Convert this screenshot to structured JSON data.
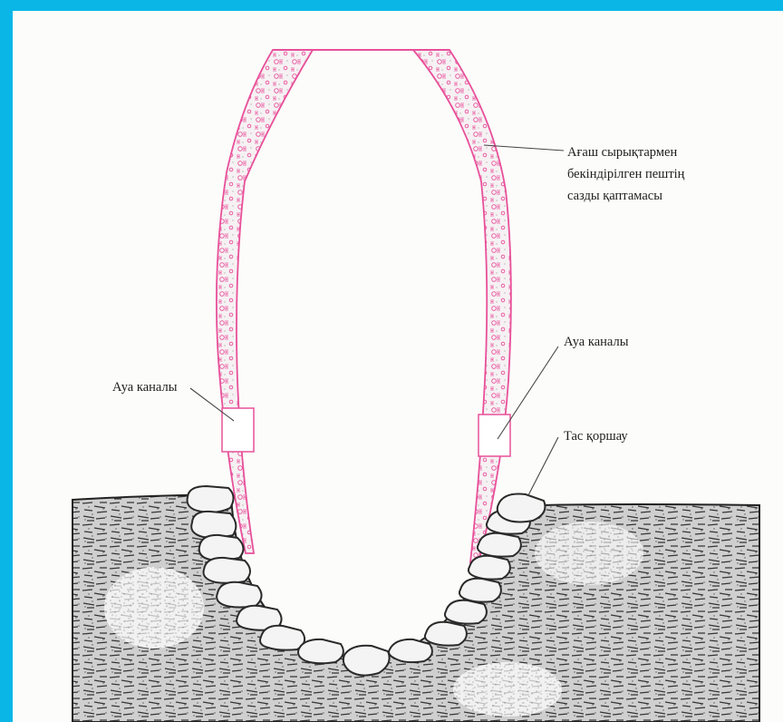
{
  "colors": {
    "frame": "#0ab6e6",
    "furnace_wall": "#e8509a",
    "ground": "#3a3a3a",
    "stone_fill": "#f4f4f4",
    "text": "#1e1e1e"
  },
  "labels": {
    "wall": [
      "Ағаш сырықтармен",
      "бекіндірілген пештің",
      "сазды қаптамасы"
    ],
    "air_channel_left": "Ауа каналы",
    "air_channel_right": "Ауа каналы",
    "stone_ring": "Тас қоршау"
  }
}
